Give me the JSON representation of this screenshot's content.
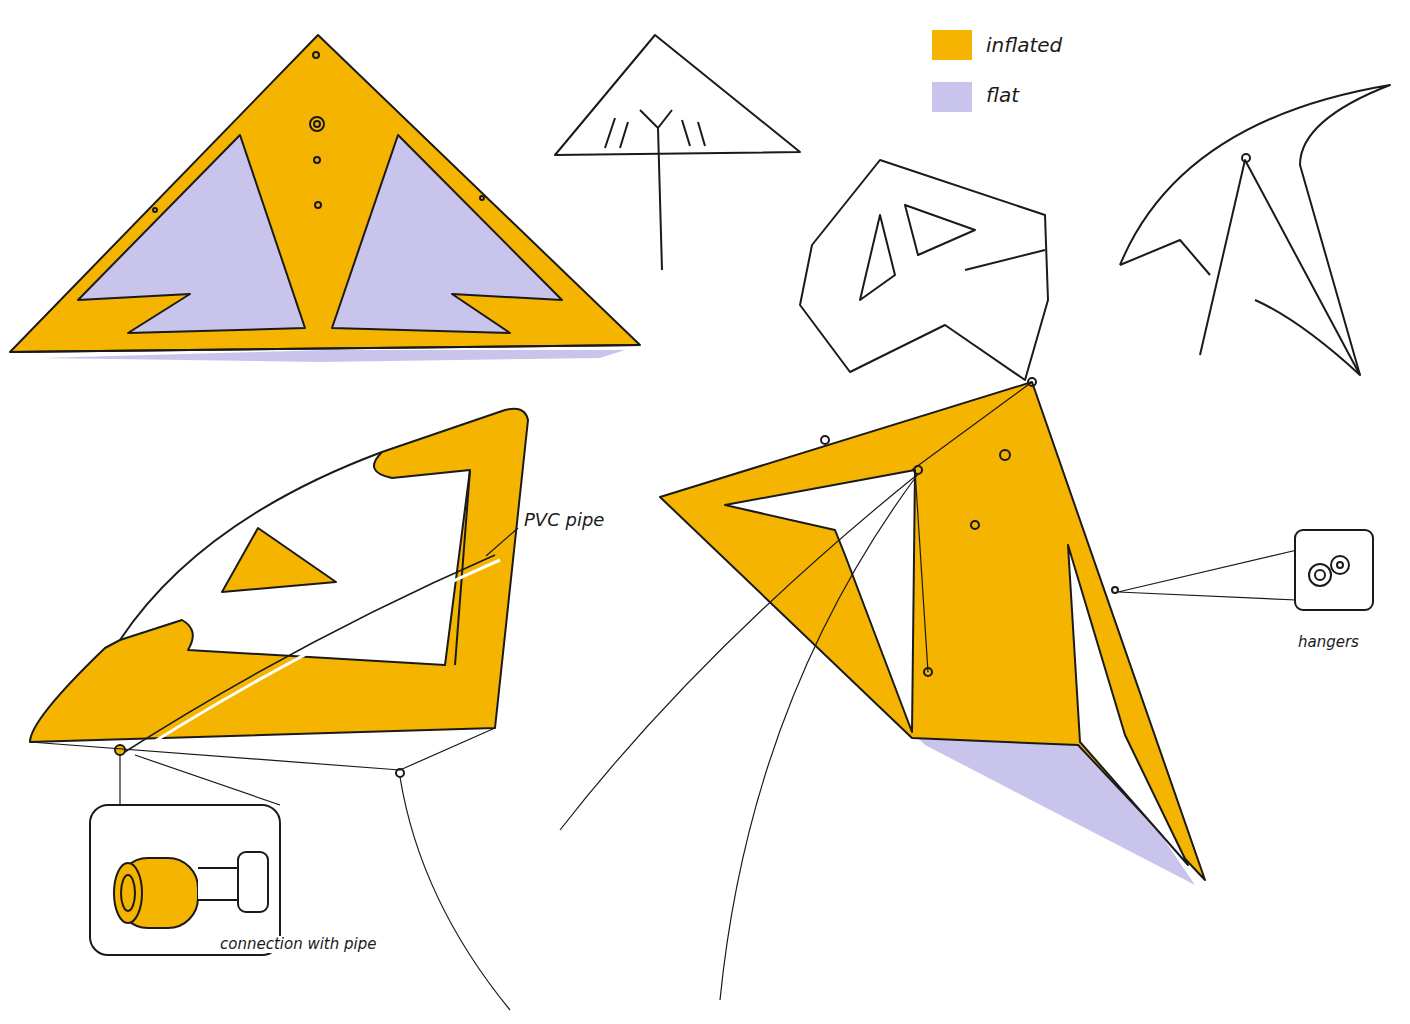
{
  "diagram": {
    "labels": [
      "PVC pipe",
      "connection with pipe",
      "hangers"
    ],
    "legend": [
      {
        "text": "inflated",
        "color": "#f5b400"
      },
      {
        "text": "flat",
        "color": "#c9c4ec"
      }
    ]
  }
}
